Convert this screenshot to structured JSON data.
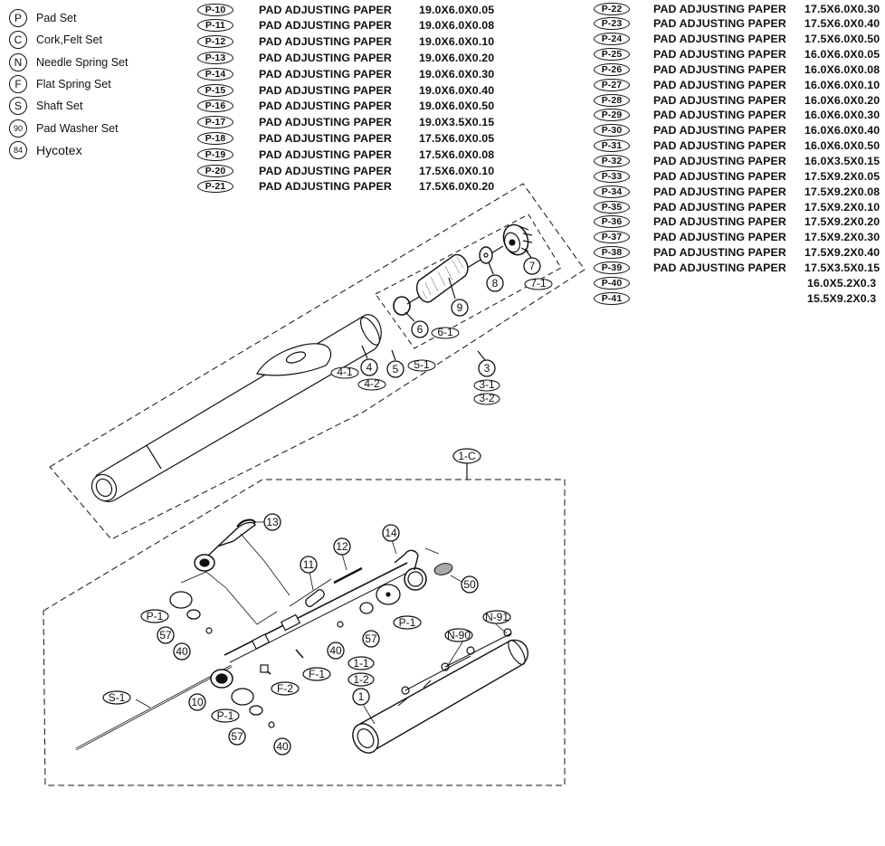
{
  "legend": [
    {
      "symbol": "P",
      "label": "Pad Set"
    },
    {
      "symbol": "C",
      "label": "Cork,Felt Set"
    },
    {
      "symbol": "N",
      "label": "Needle Spring Set"
    },
    {
      "symbol": "F",
      "label": "Flat Spring Set"
    },
    {
      "symbol": "S",
      "label": "Shaft Set"
    },
    {
      "symbol": "90",
      "label": "Pad Washer Set"
    },
    {
      "symbol": "84",
      "label": "Hycotex"
    }
  ],
  "parts_left": [
    {
      "code": "P-10",
      "desc": "PAD ADJUSTING PAPER",
      "size": "19.0X6.0X0.05"
    },
    {
      "code": "P-11",
      "desc": "PAD ADJUSTING PAPER",
      "size": "19.0X6.0X0.08"
    },
    {
      "code": "P-12",
      "desc": "PAD ADJUSTING PAPER",
      "size": "19.0X6.0X0.10"
    },
    {
      "code": "P-13",
      "desc": "PAD ADJUSTING PAPER",
      "size": "19.0X6.0X0.20"
    },
    {
      "code": "P-14",
      "desc": "PAD ADJUSTING PAPER",
      "size": "19.0X6.0X0.30"
    },
    {
      "code": "P-15",
      "desc": "PAD ADJUSTING PAPER",
      "size": "19.0X6.0X0.40"
    },
    {
      "code": "P-16",
      "desc": "PAD ADJUSTING PAPER",
      "size": "19.0X6.0X0.50"
    },
    {
      "code": "P-17",
      "desc": "PAD ADJUSTING PAPER",
      "size": "19.0X3.5X0.15"
    },
    {
      "code": "P-18",
      "desc": "PAD ADJUSTING PAPER",
      "size": "17.5X6.0X0.05"
    },
    {
      "code": "P-19",
      "desc": "PAD ADJUSTING PAPER",
      "size": "17.5X6.0X0.08"
    },
    {
      "code": "P-20",
      "desc": "PAD ADJUSTING PAPER",
      "size": "17.5X6.0X0.10"
    },
    {
      "code": "P-21",
      "desc": "PAD ADJUSTING PAPER",
      "size": "17.5X6.0X0.20"
    }
  ],
  "parts_right": [
    {
      "code": "P-22",
      "desc": "PAD ADJUSTING PAPER",
      "size": "17.5X6.0X0.30"
    },
    {
      "code": "P-23",
      "desc": "PAD ADJUSTING PAPER",
      "size": "17.5X6.0X0.40"
    },
    {
      "code": "P-24",
      "desc": "PAD ADJUSTING PAPER",
      "size": "17.5X6.0X0.50"
    },
    {
      "code": "P-25",
      "desc": "PAD ADJUSTING PAPER",
      "size": "16.0X6.0X0.05"
    },
    {
      "code": "P-26",
      "desc": "PAD ADJUSTING PAPER",
      "size": "16.0X6.0X0.08"
    },
    {
      "code": "P-27",
      "desc": "PAD ADJUSTING PAPER",
      "size": "16.0X6.0X0.10"
    },
    {
      "code": "P-28",
      "desc": "PAD ADJUSTING PAPER",
      "size": "16.0X6.0X0.20"
    },
    {
      "code": "P-29",
      "desc": "PAD ADJUSTING PAPER",
      "size": "16.0X6.0X0.30"
    },
    {
      "code": "P-30",
      "desc": "PAD ADJUSTING PAPER",
      "size": "16.0X6.0X0.40"
    },
    {
      "code": "P-31",
      "desc": "PAD ADJUSTING PAPER",
      "size": "16.0X6.0X0.50"
    },
    {
      "code": "P-32",
      "desc": "PAD ADJUSTING PAPER",
      "size": "16.0X3.5X0.15"
    },
    {
      "code": "P-33",
      "desc": "PAD ADJUSTING PAPER",
      "size": "17.5X9.2X0.05"
    },
    {
      "code": "P-34",
      "desc": "PAD ADJUSTING PAPER",
      "size": "17.5X9.2X0.08"
    },
    {
      "code": "P-35",
      "desc": "PAD ADJUSTING PAPER",
      "size": "17.5X9.2X0.10"
    },
    {
      "code": "P-36",
      "desc": "PAD ADJUSTING PAPER",
      "size": "17.5X9.2X0.20"
    },
    {
      "code": "P-37",
      "desc": "PAD ADJUSTING PAPER",
      "size": "17.5X9.2X0.30"
    },
    {
      "code": "P-38",
      "desc": "PAD ADJUSTING PAPER",
      "size": "17.5X9.2X0.40"
    },
    {
      "code": "P-39",
      "desc": "PAD ADJUSTING PAPER",
      "size": "17.5X3.5X0.15"
    },
    {
      "code": "P-40",
      "desc": "",
      "size": "16.0X5.2X0.3"
    },
    {
      "code": "P-41",
      "desc": "",
      "size": "15.5X9.2X0.3"
    }
  ],
  "callouts": {
    "c1c": "1-C",
    "c13": "13",
    "c14": "14",
    "c12": "12",
    "c11": "11",
    "c50": "50",
    "c7": "7",
    "c71": "7-1",
    "c8": "8",
    "c9": "9",
    "c6": "6",
    "c61": "6-1",
    "c5": "5",
    "c51": "5-1",
    "c4": "4",
    "c41": "4-1",
    "c42": "4-2",
    "c3": "3",
    "c31": "3-1",
    "c32": "3-2",
    "p1a": "P-1",
    "p1b": "P-1",
    "p1c": "P-1",
    "c57a": "57",
    "c57b": "57",
    "c57c": "57",
    "c40a": "40",
    "c40b": "40",
    "c40c": "40",
    "c10": "10",
    "f1": "F-1",
    "f2": "F-2",
    "s1": "S-1",
    "c1": "1",
    "c11b": "1-1",
    "c12b": "1-2",
    "n90": "N-90",
    "n91": "N-91"
  }
}
